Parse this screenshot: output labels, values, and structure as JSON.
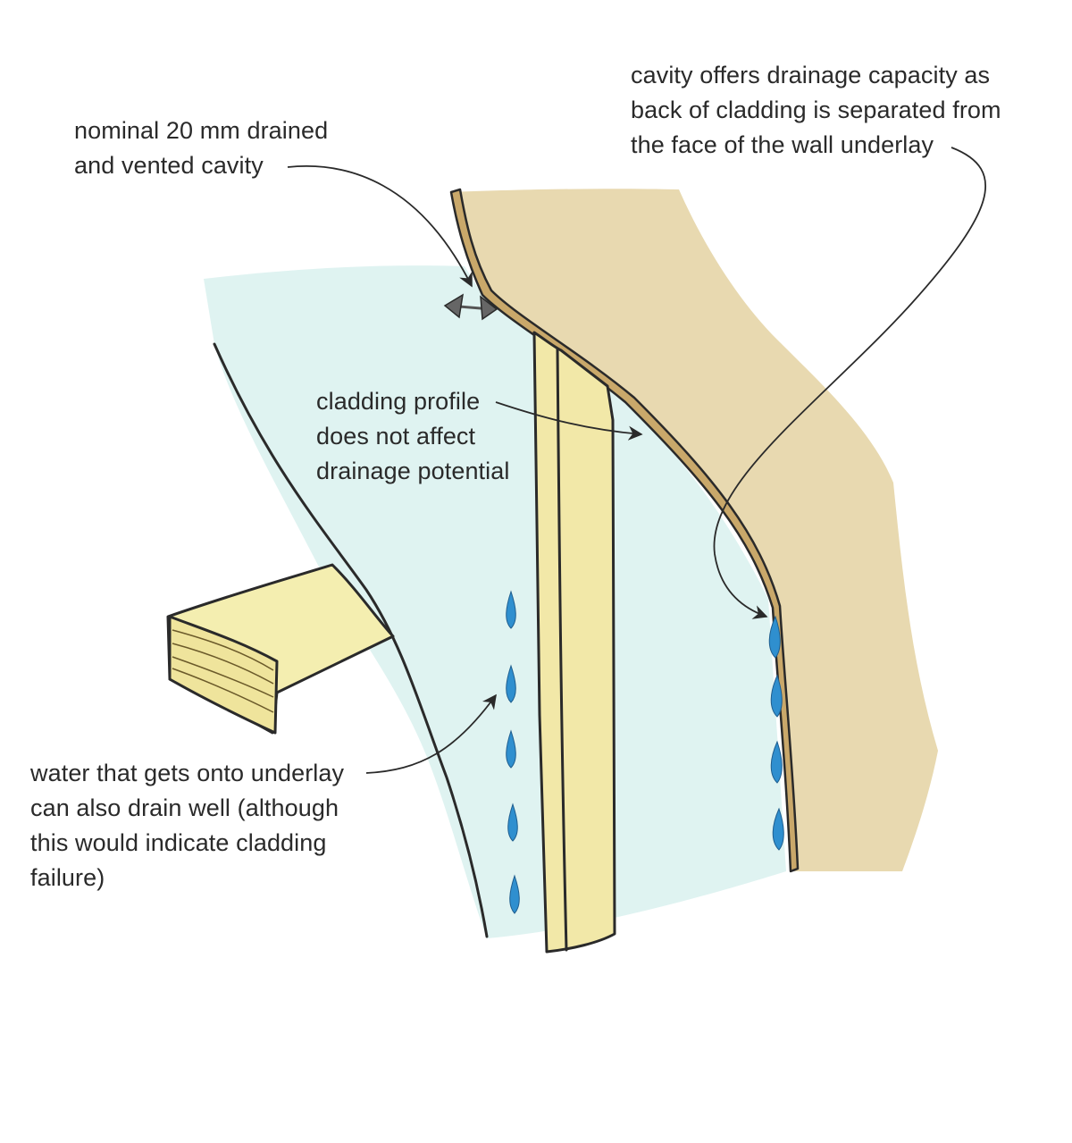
{
  "annotations": {
    "cavity_width": {
      "lines": [
        "nominal 20 mm drained",
        "and vented cavity"
      ]
    },
    "drainage_capacity": {
      "lines": [
        "cavity offers drainage capacity as",
        "back of cladding is separated from",
        "the face of the wall underlay"
      ]
    },
    "cladding_profile": {
      "lines": [
        "cladding profile",
        "does not affect",
        "drainage potential"
      ]
    },
    "underlay_water": {
      "lines": [
        "water that gets onto underlay",
        "can also drain well (although",
        "this would indicate cladding",
        "failure)"
      ]
    }
  },
  "colors": {
    "cladding": "#e8d9b0",
    "cladding_edge": "#c9a86a",
    "underlay": "#dff3f1",
    "batten": "#f2e8a8",
    "timber": "#f4eeb0",
    "water_drop": "#2f8fcf",
    "ink": "#2a2a2a"
  }
}
